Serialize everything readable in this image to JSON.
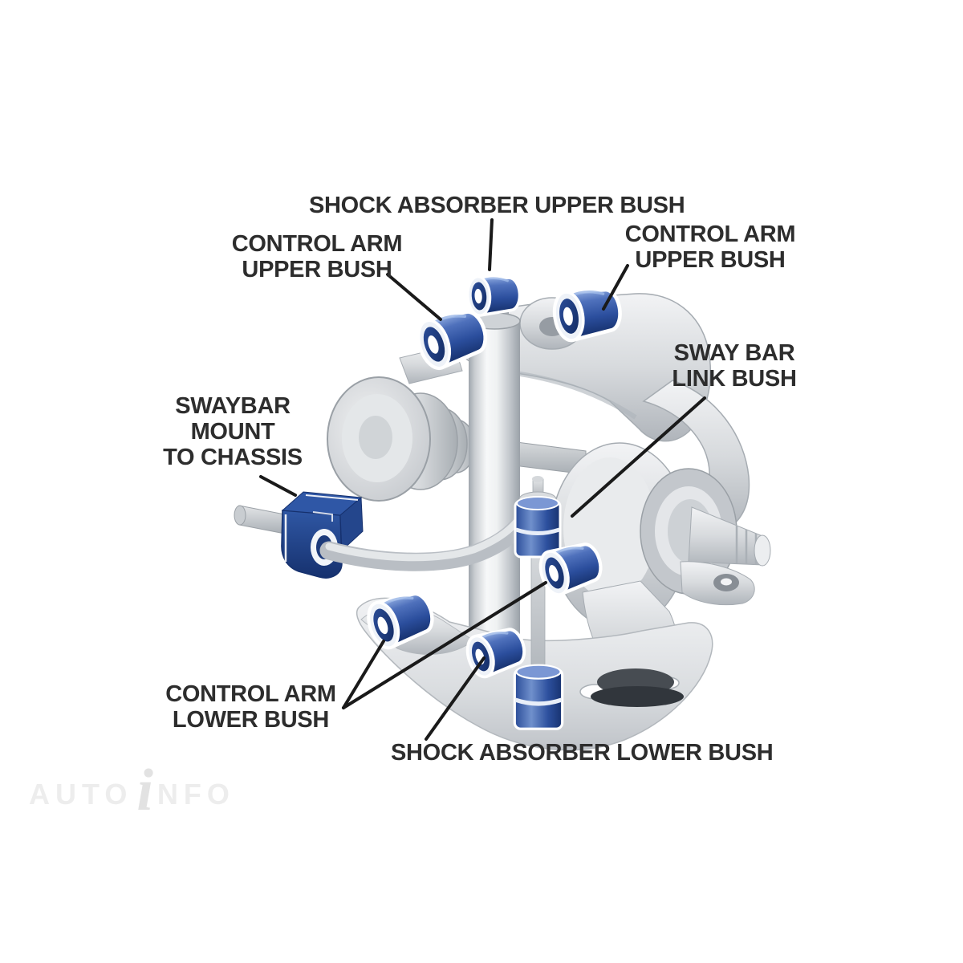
{
  "watermark": {
    "auto": "AUTO",
    "i": "i",
    "nfo": "NFO"
  },
  "annotations": {
    "shock_absorber_upper_bush": {
      "line1": "SHOCK ABSORBER UPPER BUSH"
    },
    "control_arm_upper_bush_left": {
      "line1": "CONTROL ARM",
      "line2": "UPPER BUSH"
    },
    "control_arm_upper_bush_right": {
      "line1": "CONTROL ARM",
      "line2": "UPPER BUSH"
    },
    "sway_bar_link_bush": {
      "line1": "SWAY BAR",
      "line2": "LINK BUSH"
    },
    "swaybar_mount_to_chassis": {
      "line1": "SWAYBAR",
      "line2": "MOUNT",
      "line3": "TO CHASSIS"
    },
    "control_arm_lower_bush": {
      "line1": "CONTROL ARM",
      "line2": "LOWER BUSH"
    },
    "shock_absorber_lower_bush": {
      "line1": "SHOCK ABSORBER LOWER BUSH"
    }
  },
  "colors": {
    "background": "#ffffff",
    "label_text": "#2d2d2d",
    "leader_line": "#1a1a1a",
    "bush_blue": "#3a5fae",
    "bush_dark_blue": "#17316e",
    "bush_highlight_blue": "#93aee2",
    "mount_navy": "#1d3b7c",
    "metal_gray": "#c6cacf",
    "metal_light": "#f2f3f5",
    "shadow_gray": "#41464c",
    "watermark_gray": "#ededed"
  }
}
